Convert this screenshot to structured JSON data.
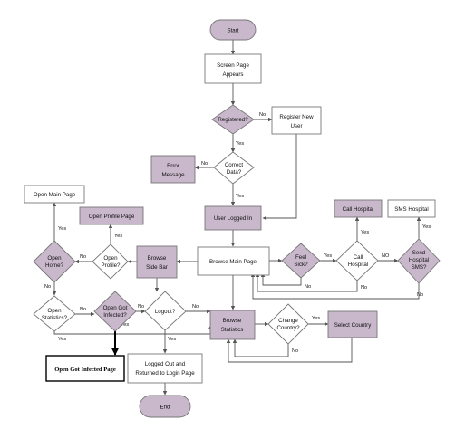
{
  "nodes": {
    "start": "Start",
    "screen_page": [
      "Screen Page",
      "Appears"
    ],
    "registered": "Registered?",
    "register_new_user": [
      "Register New",
      "User"
    ],
    "error_message": [
      "Error",
      "Message"
    ],
    "correct_data": [
      "Correct",
      "Data?"
    ],
    "user_logged_in": "User Logged In",
    "open_main_page": "Open Main Page",
    "open_profile_page": "Open Profile Page",
    "open_home": [
      "Open",
      "Home?"
    ],
    "open_profile": [
      "Open",
      "Profile?"
    ],
    "browse_side_bar": [
      "Browse",
      "Side Bar"
    ],
    "browse_main_page": "Browse Main Page",
    "feel_sick": [
      "Feel",
      "Sick?"
    ],
    "call_hospital_box": "Call Hospital",
    "call_hospital_dec": [
      "Call",
      "Hospital"
    ],
    "sms_hospital_box": "SMS Hospital",
    "send_hospital_sms": [
      "Send",
      "Hospital",
      "SMS?"
    ],
    "open_statistics": [
      "Open",
      "Statistics?"
    ],
    "open_got_infected": [
      "Open Got",
      "Infected?"
    ],
    "logout": "Logout?",
    "browse_statistics": [
      "Browse",
      "Statistics"
    ],
    "change_country": [
      "Change",
      "Country?"
    ],
    "select_country": "Select Country",
    "open_got_infected_page": "Open Got Infected Page",
    "logged_out": [
      "Logged Out and",
      "Returned to Login Page"
    ],
    "end": "End"
  },
  "edges": {
    "yes": "Yes",
    "no": "No",
    "no_caps": "NO"
  },
  "colors": {
    "highlight": "#c9b7cc",
    "stroke": "#777777",
    "line": "#555555"
  }
}
